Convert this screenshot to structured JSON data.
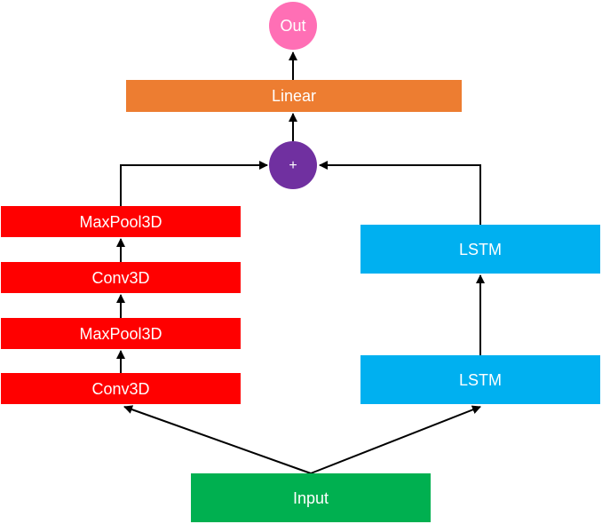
{
  "colors": {
    "cnn_block": "#ff0000",
    "lstm_block": "#00b0f0",
    "input_block": "#00b050",
    "linear_block": "#ed7d31",
    "add_node": "#7030a0",
    "output_node": "#ff6fb5",
    "edge": "#000000",
    "text": "#ffffff"
  },
  "nodes": {
    "output": {
      "label": "Out",
      "shape": "circle"
    },
    "linear": {
      "label": "Linear"
    },
    "add": {
      "label": "+",
      "shape": "circle"
    },
    "maxpool_top": {
      "label": "MaxPool3D"
    },
    "conv_top": {
      "label": "Conv3D"
    },
    "maxpool_bottom": {
      "label": "MaxPool3D"
    },
    "conv_bottom": {
      "label": "Conv3D"
    },
    "lstm_top": {
      "label": "LSTM"
    },
    "lstm_bottom": {
      "label": "LSTM"
    },
    "input": {
      "label": "Input"
    }
  },
  "edges": [
    {
      "from": "input",
      "to": "conv_bottom"
    },
    {
      "from": "input",
      "to": "lstm_bottom"
    },
    {
      "from": "conv_bottom",
      "to": "maxpool_bottom"
    },
    {
      "from": "maxpool_bottom",
      "to": "conv_top"
    },
    {
      "from": "conv_top",
      "to": "maxpool_top"
    },
    {
      "from": "maxpool_top",
      "to": "add"
    },
    {
      "from": "lstm_bottom",
      "to": "lstm_top"
    },
    {
      "from": "lstm_top",
      "to": "add"
    },
    {
      "from": "add",
      "to": "linear"
    },
    {
      "from": "linear",
      "to": "output"
    }
  ]
}
